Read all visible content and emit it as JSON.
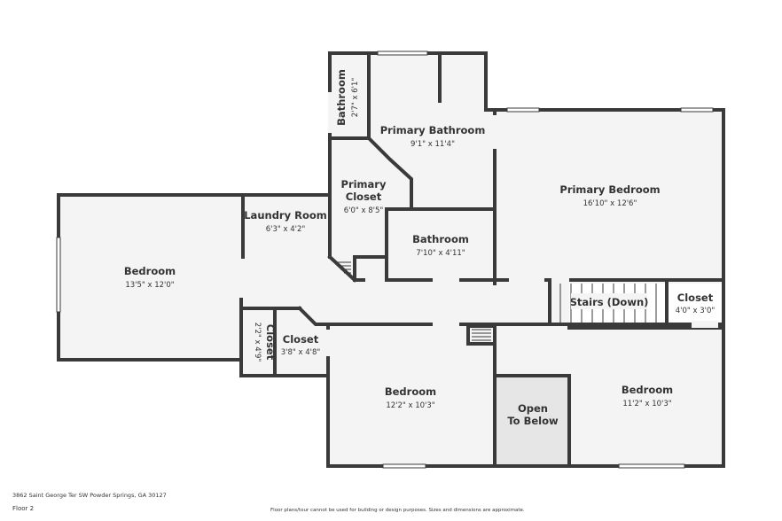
{
  "plan": {
    "address": "3862 Saint George Ter SW Powder Springs, GA 30127",
    "floor_label": "Floor 2",
    "disclaimer": "Floor plans/tour cannot be used for building or design purposes. Sizes and dimensions are approximate.",
    "colors": {
      "wall": "#3a3a3a",
      "floor": "#f4f4f4",
      "open_area": "#e6e6e6",
      "text": "#333333"
    },
    "rooms": [
      {
        "id": "bedroom-west",
        "name": "Bedroom",
        "dims": "13'5\" x 12'0\""
      },
      {
        "id": "laundry",
        "name": "Laundry Room",
        "dims": "6'3\" x 4'2\""
      },
      {
        "id": "bathroom-small",
        "name": "Bathroom",
        "dims": "2'7\" x 6'1\""
      },
      {
        "id": "primary-bathroom",
        "name": "Primary Bathroom",
        "dims": "9'1\" x 11'4\""
      },
      {
        "id": "primary-closet",
        "name_lines": [
          "Primary",
          "Closet"
        ],
        "dims": "6'0\" x 8'5\""
      },
      {
        "id": "bathroom",
        "name": "Bathroom",
        "dims": "7'10\" x 4'11\""
      },
      {
        "id": "primary-bedroom",
        "name": "Primary Bedroom",
        "dims": "16'10\" x 12'6\""
      },
      {
        "id": "stairs",
        "name": "Stairs (Down)"
      },
      {
        "id": "closet-east",
        "name": "Closet",
        "dims": "4'0\" x 3'0\""
      },
      {
        "id": "closet-narrow",
        "name": "Closet",
        "dims": "2'2\" x 4'9\""
      },
      {
        "id": "closet-hall",
        "name": "Closet",
        "dims": "3'8\" x 4'8\""
      },
      {
        "id": "bedroom-south",
        "name": "Bedroom",
        "dims": "12'2\" x 10'3\""
      },
      {
        "id": "open-below",
        "name_lines": [
          "Open",
          "To Below"
        ]
      },
      {
        "id": "bedroom-southeast",
        "name": "Bedroom",
        "dims": "11'2\" x 10'3\""
      }
    ]
  }
}
